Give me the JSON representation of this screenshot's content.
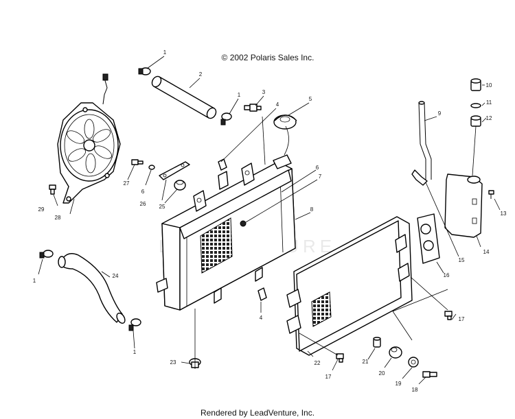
{
  "copyright": "© 2002 Polaris Sales Inc.",
  "footer": "Rendered by LeadVenture, Inc.",
  "watermark": "LEADVENTURE",
  "callouts": [
    {
      "id": "c1a",
      "text": "1"
    },
    {
      "id": "c2",
      "text": "2"
    },
    {
      "id": "c1b",
      "text": "1"
    },
    {
      "id": "c3",
      "text": "3"
    },
    {
      "id": "c4a",
      "text": "4"
    },
    {
      "id": "c5",
      "text": "5"
    },
    {
      "id": "c6a",
      "text": "6"
    },
    {
      "id": "c7",
      "text": "7"
    },
    {
      "id": "c8",
      "text": "8"
    },
    {
      "id": "c9",
      "text": "9"
    },
    {
      "id": "c10",
      "text": "10"
    },
    {
      "id": "c11",
      "text": "11"
    },
    {
      "id": "c12",
      "text": "12"
    },
    {
      "id": "c13",
      "text": "13"
    },
    {
      "id": "c14",
      "text": "14"
    },
    {
      "id": "c15",
      "text": "15"
    },
    {
      "id": "c16",
      "text": "16"
    },
    {
      "id": "c17a",
      "text": "17"
    },
    {
      "id": "c17b",
      "text": "17"
    },
    {
      "id": "c18",
      "text": "18"
    },
    {
      "id": "c19",
      "text": "19"
    },
    {
      "id": "c20",
      "text": "20"
    },
    {
      "id": "c21",
      "text": "21"
    },
    {
      "id": "c22",
      "text": "22"
    },
    {
      "id": "c23",
      "text": "23"
    },
    {
      "id": "c24",
      "text": "24"
    },
    {
      "id": "c25",
      "text": "25"
    },
    {
      "id": "c26",
      "text": "26"
    },
    {
      "id": "c27",
      "text": "27"
    },
    {
      "id": "c6b",
      "text": "6"
    },
    {
      "id": "c28",
      "text": "28"
    },
    {
      "id": "c29",
      "text": "29"
    },
    {
      "id": "c1c",
      "text": "1"
    },
    {
      "id": "c1d",
      "text": "1"
    },
    {
      "id": "c4b",
      "text": "4"
    }
  ]
}
